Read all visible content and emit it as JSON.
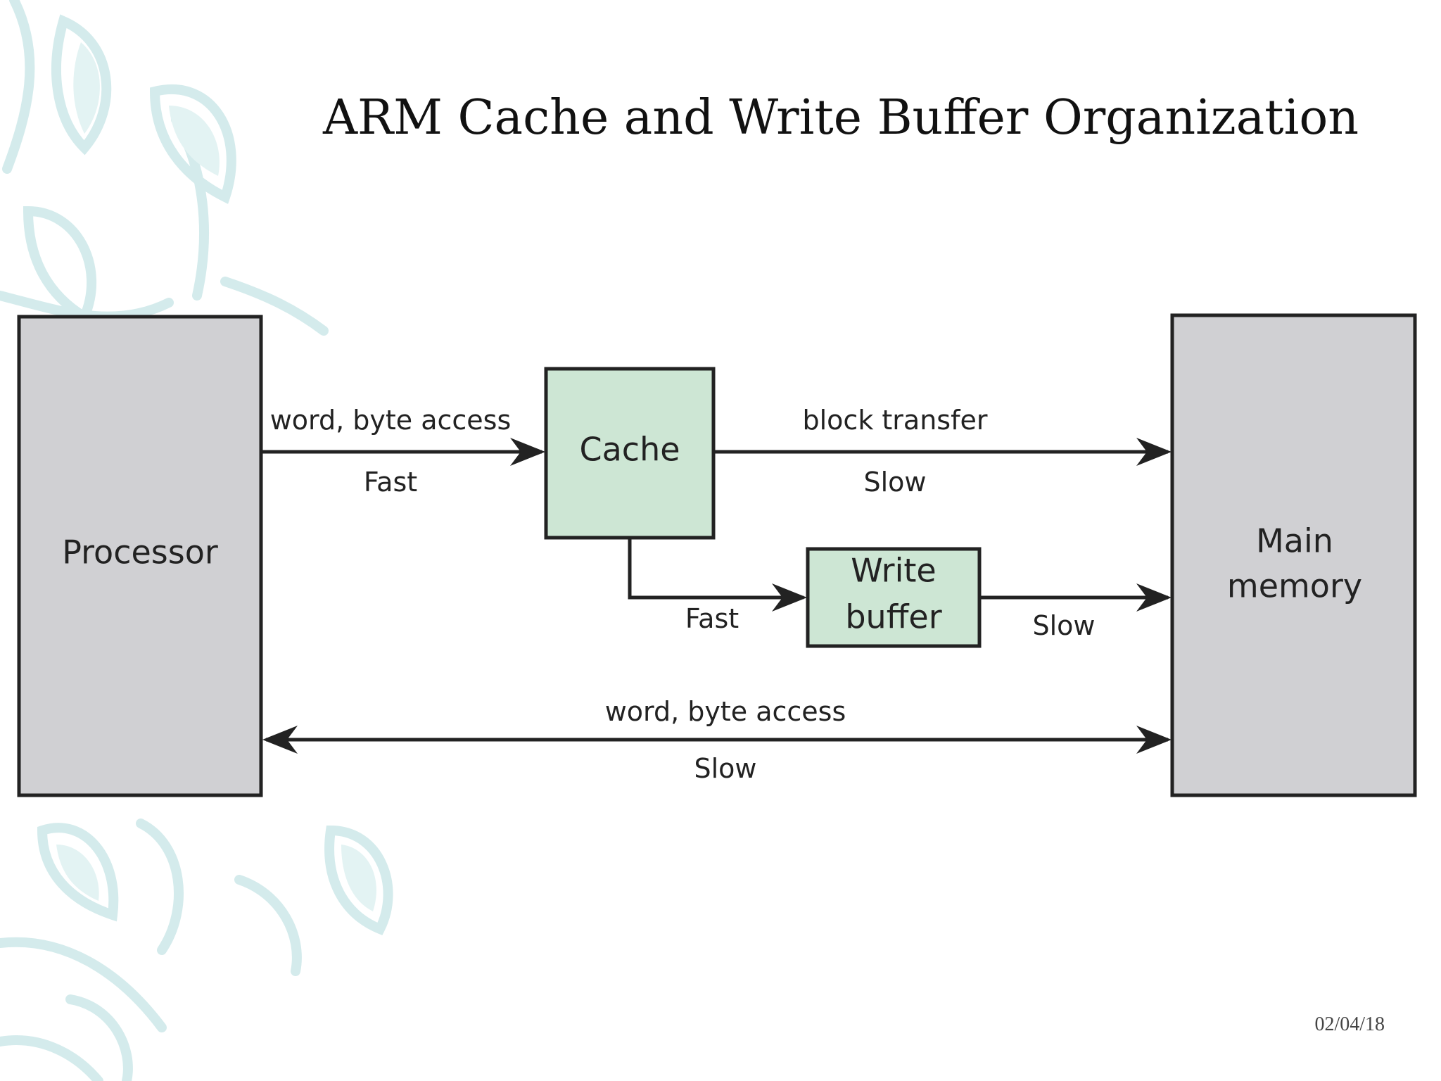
{
  "slide": {
    "title": "ARM Cache and Write Buffer Organization",
    "date": "02/04/18"
  },
  "diagram": {
    "nodes": {
      "processor": {
        "label": "Processor"
      },
      "cache": {
        "label": "Cache"
      },
      "write_buffer": {
        "label_line1": "Write",
        "label_line2": "buffer"
      },
      "main_memory": {
        "label_line1": "Main",
        "label_line2": "memory"
      }
    },
    "edges": {
      "proc_to_cache": {
        "top": "word, byte access",
        "bottom": "Fast"
      },
      "cache_to_memory": {
        "top": "block transfer",
        "bottom": "Slow"
      },
      "cache_to_buffer": {
        "bottom": "Fast"
      },
      "buffer_to_memory": {
        "bottom": "Slow"
      },
      "proc_memory": {
        "top": "word, byte access",
        "bottom": "Slow"
      }
    }
  },
  "colors": {
    "gray_block": "#d0d0d3",
    "green_block": "#cde6d4",
    "stroke": "#222222",
    "decoration": "#d4ebec"
  }
}
